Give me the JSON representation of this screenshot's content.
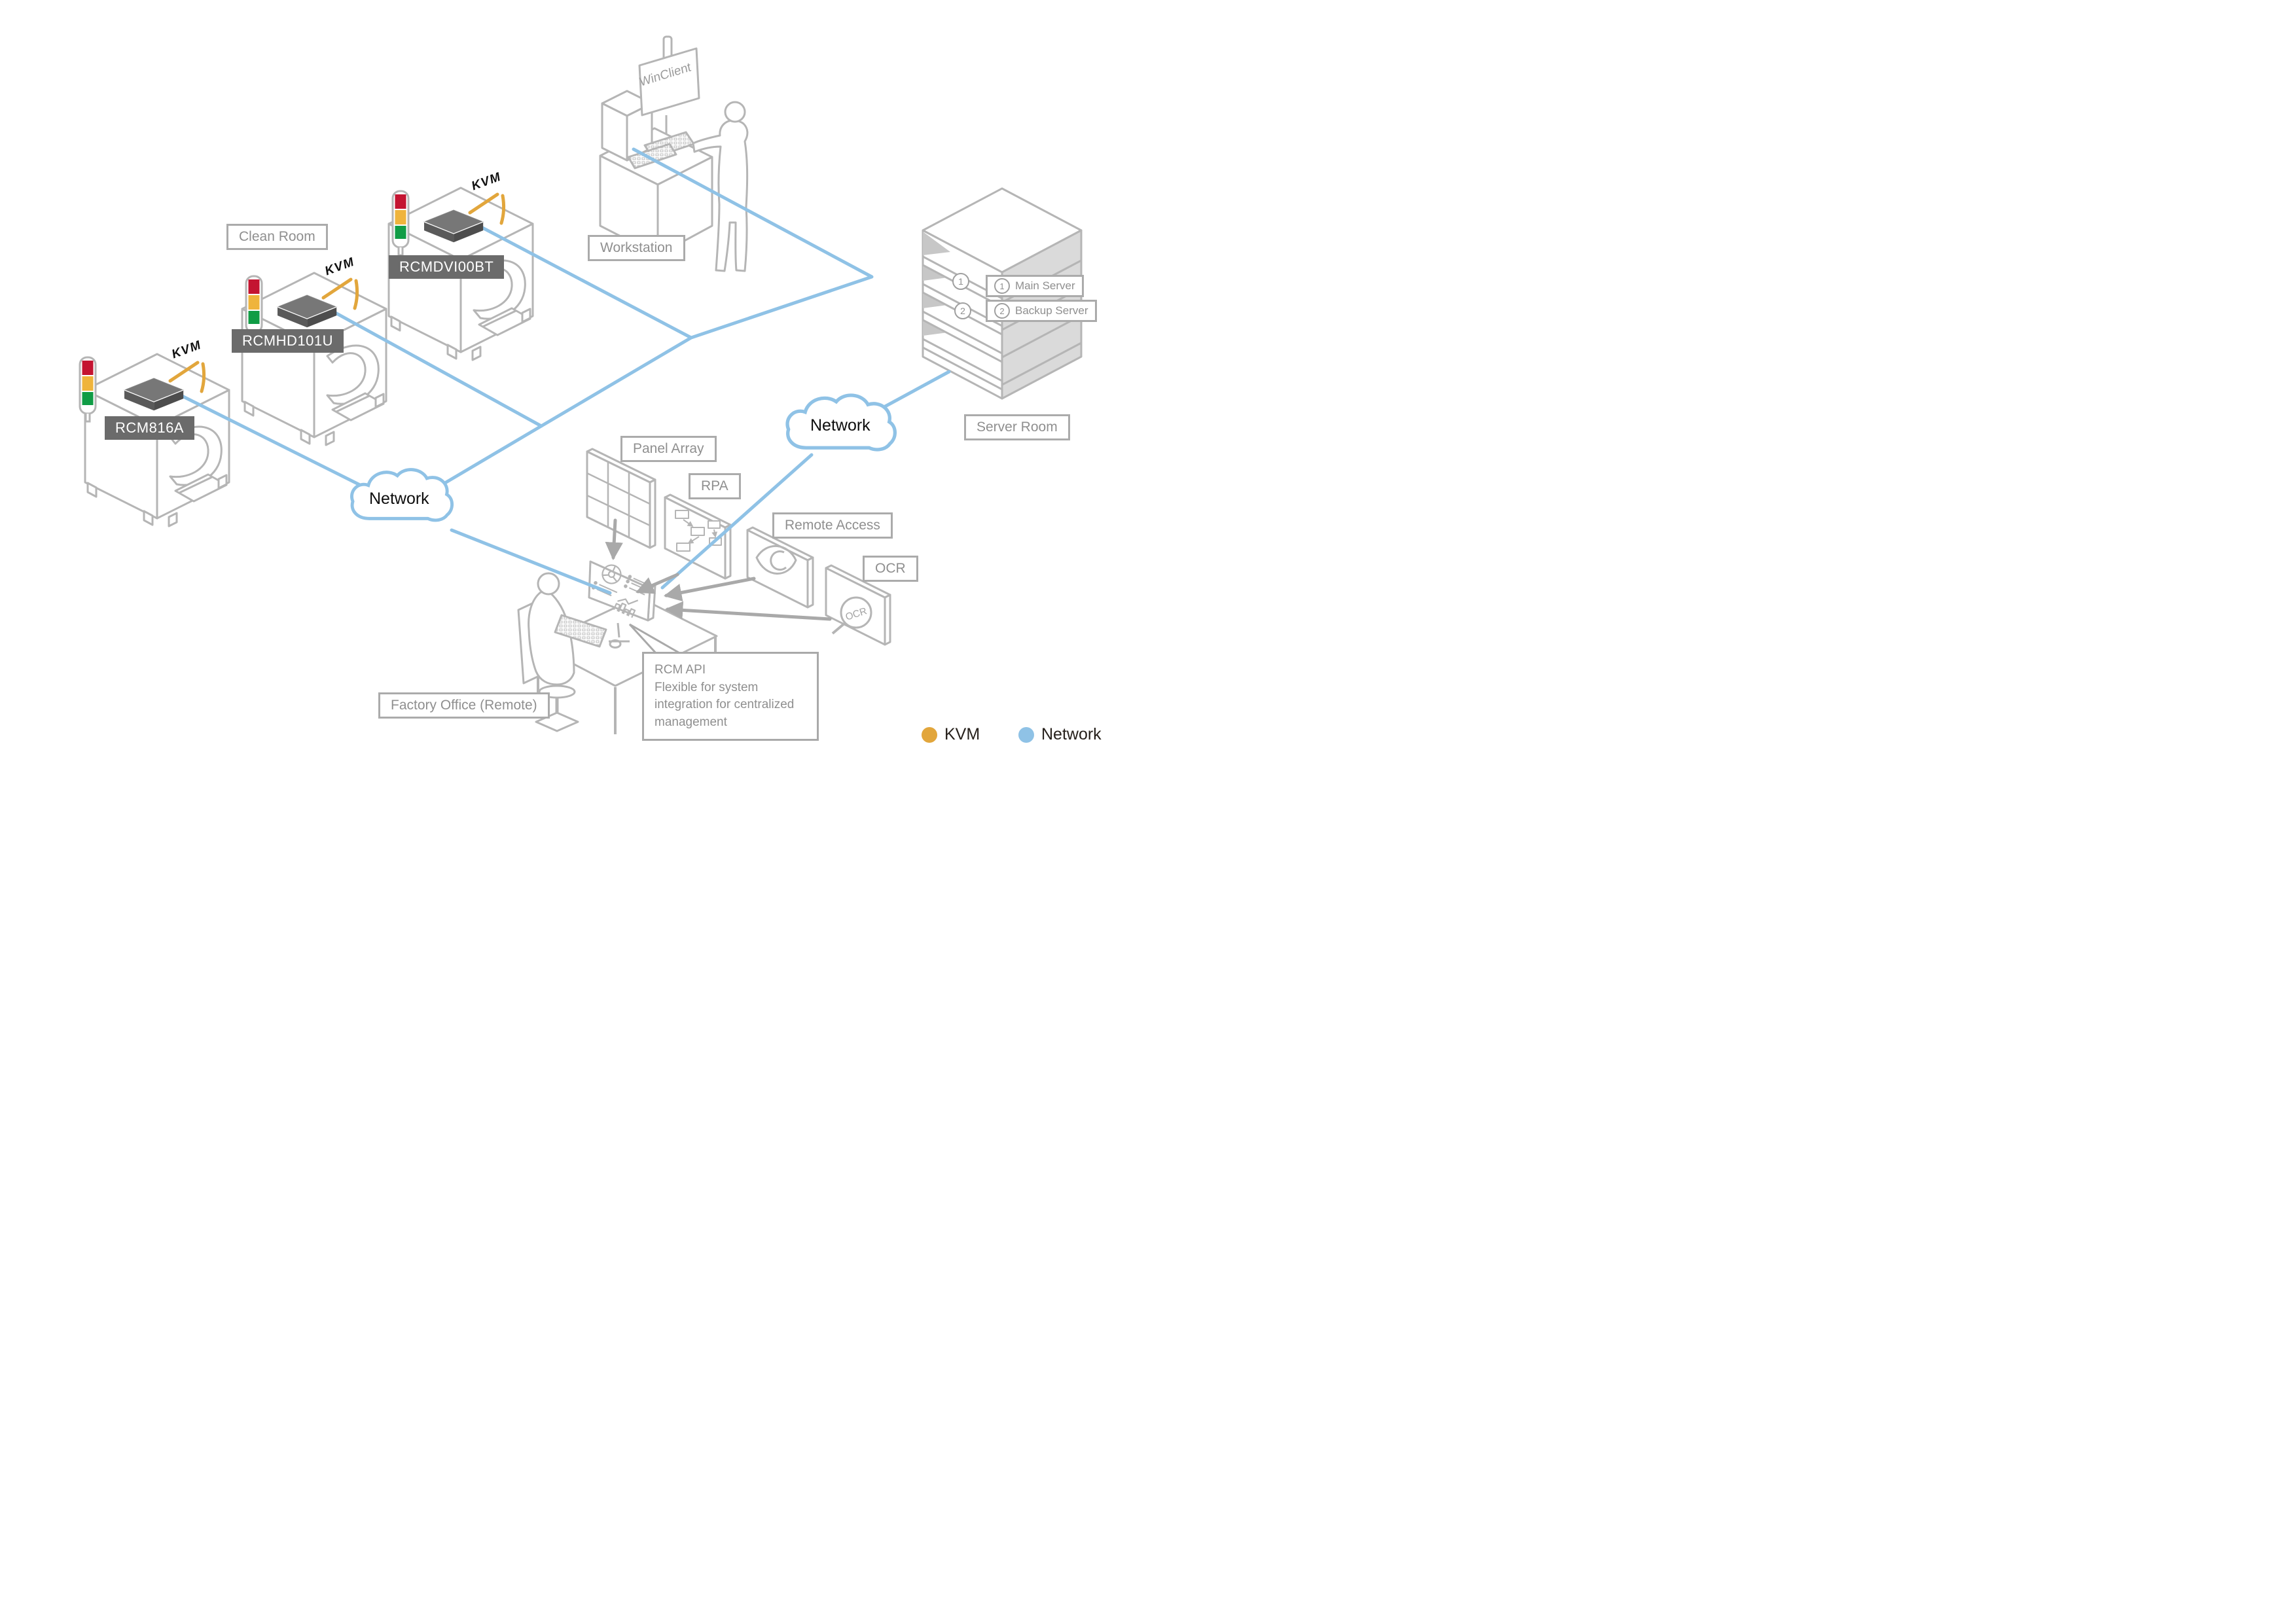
{
  "colors": {
    "kvm": "#E2A63C",
    "network": "#8FC2E6"
  },
  "labels": {
    "clean_room": "Clean Room",
    "workstation": "Workstation",
    "server_room": "Server Room",
    "factory_office": "Factory Office (Remote)",
    "panel_array": "Panel Array",
    "rpa": "RPA",
    "remote_access": "Remote Access",
    "ocr": "OCR",
    "ocr_icon": "OCR",
    "winclient": "WinClient"
  },
  "machines": [
    {
      "name": "RCM816A",
      "kvm": "KVM"
    },
    {
      "name": "RCMHD101U",
      "kvm": "KVM"
    },
    {
      "name": "RCMDVI00BT",
      "kvm": "KVM"
    }
  ],
  "clouds": [
    {
      "label": "Network"
    },
    {
      "label": "Network"
    }
  ],
  "servers": {
    "main": {
      "num": "1",
      "label": "Main Server"
    },
    "backup": {
      "num": "2",
      "label": "Backup Server"
    }
  },
  "rack_marks": {
    "m1": "1",
    "m2": "2"
  },
  "callout": {
    "line1": "RCM API",
    "line2": "Flexible for system",
    "line3": "integration for centralized",
    "line4": "management"
  },
  "legend": {
    "kvm": "KVM",
    "network": "Network"
  }
}
